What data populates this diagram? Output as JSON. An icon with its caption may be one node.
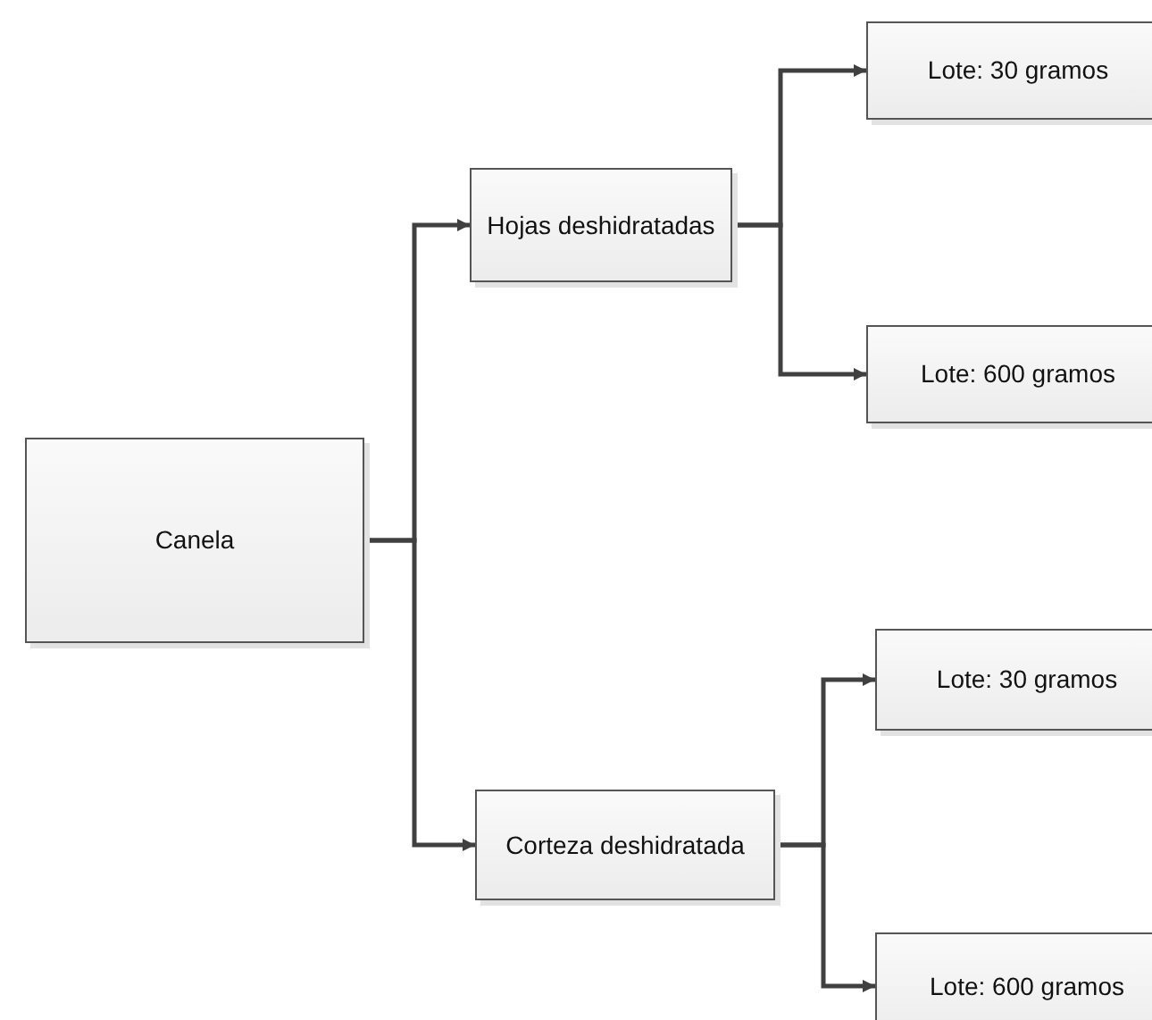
{
  "diagram": {
    "nodes": [
      {
        "text": [
          "Canela"
        ]
      },
      {
        "text": [
          "Hojas deshidratadas"
        ]
      },
      {
        "text": [
          "Corteza deshidratada"
        ]
      },
      {
        "text": [
          "Lote: 30 gramos"
        ]
      },
      {
        "text": [
          "Lote: 600 gramos"
        ]
      },
      {
        "text": [
          "Lote: 30 gramos"
        ]
      },
      {
        "text": [
          "Lote: 600 gramos"
        ]
      }
    ],
    "edges": [
      {
        "from": 0,
        "to": 1,
        "arrow": "to"
      },
      {
        "from": 0,
        "to": 2,
        "arrow": "to"
      },
      {
        "from": 1,
        "to": 3,
        "arrow": "to"
      },
      {
        "from": 1,
        "to": 4,
        "arrow": "to"
      },
      {
        "from": 2,
        "to": 5,
        "arrow": "to"
      },
      {
        "from": 2,
        "to": 6,
        "arrow": "to"
      }
    ]
  }
}
